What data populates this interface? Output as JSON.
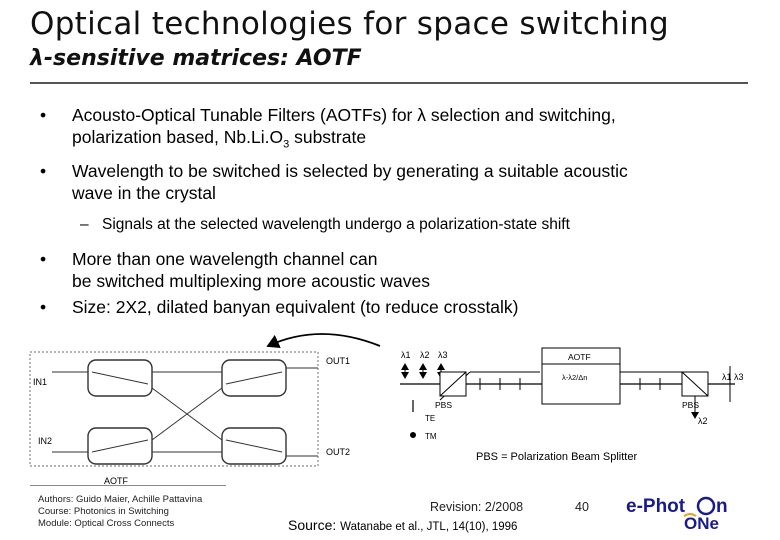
{
  "title": "Optical technologies for space switching",
  "subtitle": "λ-sensitive matrices: AOTF",
  "bullets": [
    {
      "text": "Acousto-Optical Tunable Filters (AOTFs) for λ selection and switching,",
      "text2_pre": "polarization based, Nb.Li.O",
      "text2_sub": "3",
      "text2_post": " substrate"
    },
    {
      "text": "Wavelength to be switched is selected by generating a suitable acoustic",
      "text2": "wave in the crystal"
    },
    {
      "sub": "Signals at the selected wavelength undergo a polarization-state shift"
    },
    {
      "text": "More than one wavelength channel can",
      "text2": "be switched multiplexing more acoustic waves"
    },
    {
      "text": "Size: 2X2, dilated banyan equivalent (to reduce crosstalk)"
    }
  ],
  "bullet_symbol": "•",
  "dash_symbol": "–",
  "left_diagram": {
    "inputs": [
      "IN1",
      "IN2"
    ],
    "outputs": [
      "OUT1",
      "OUT2"
    ],
    "label": "AOTF"
  },
  "right_diagram": {
    "input_lambdas": [
      "λ1",
      "λ2",
      "λ3"
    ],
    "box_label": "AOTF",
    "box_sublabel": "λ-λ2/Δn",
    "output_lambdas": "λ1 λ3",
    "dropped": "λ2",
    "pbs_left": "PBS",
    "pbs_right": "PBS",
    "te": "TE",
    "tm": "TM"
  },
  "pbs_caption": "PBS = Polarization Beam Splitter",
  "footer": {
    "authors": "Authors: Guido Maier, Achille Pattavina",
    "course": "Course: Photonics in Switching",
    "module": "Module: Optical Cross Connects",
    "revision": "Revision: 2/2008",
    "page": "40",
    "source_label": "Source:",
    "source_ref": "Watanabe et al., JTL, 14(10), 1996"
  },
  "logo": {
    "line1": "e-Phot",
    "o": "o",
    "n": "n",
    "line2": "ONe"
  },
  "colors": {
    "logo_blue": "#1a1a8c",
    "logo_orange": "#f0a020"
  }
}
